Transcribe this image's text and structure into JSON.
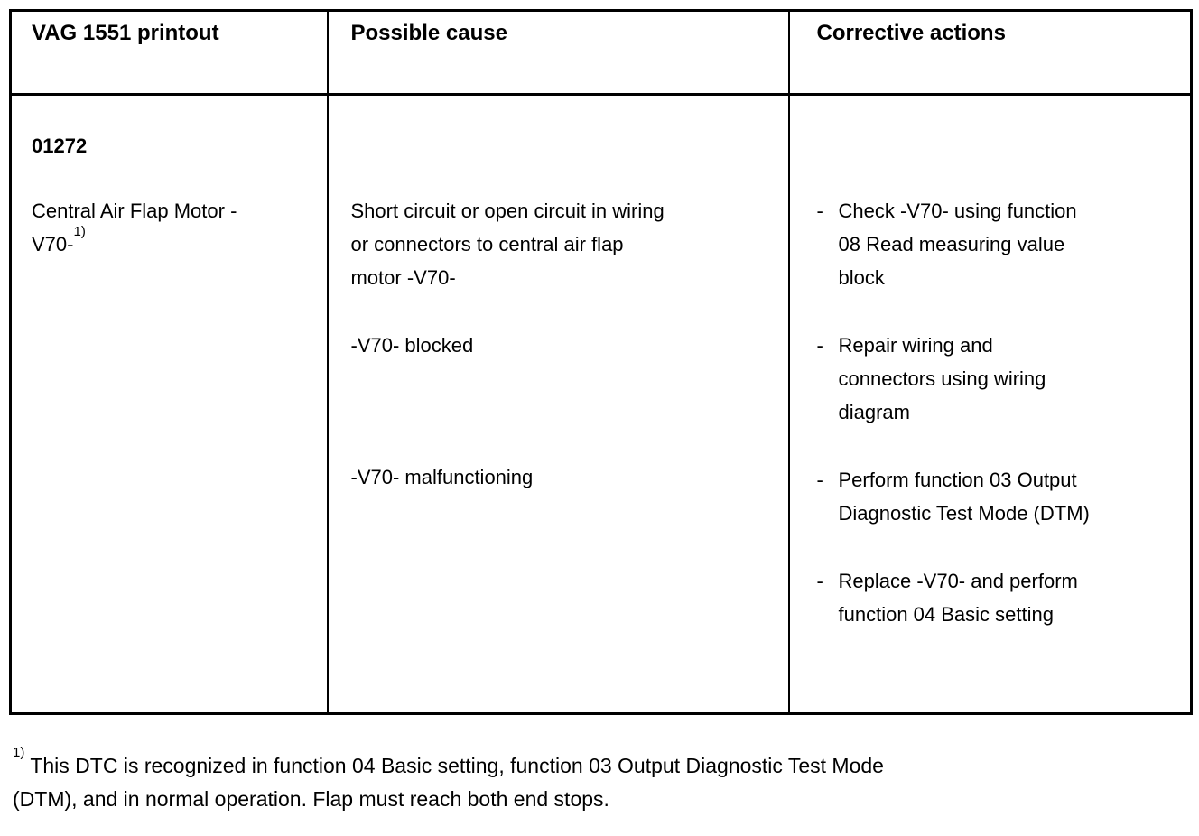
{
  "page": {
    "background": "#ffffff",
    "text_color": "#000000",
    "border_color": "#000000"
  },
  "table": {
    "headers": [
      {
        "label": "VAG 1551 printout"
      },
      {
        "label": "Possible cause"
      },
      {
        "label": "Corrective actions"
      }
    ],
    "row": {
      "dtc_code": "01272",
      "dtc_name_line1": "Central Air Flap Motor -",
      "dtc_name_line2": "V70-",
      "dtc_name_footnote_ref": "1)",
      "action_bullet": "-",
      "causes": [
        {
          "text": "Short circuit or open circuit in wiring or connectors to central air flap motor -V70-",
          "lines": [
            "Short circuit or open circuit in wiring",
            "or connectors to central air flap",
            "motor -V70-"
          ]
        },
        {
          "text": "-V70- blocked",
          "lines": [
            "-V70- blocked"
          ]
        },
        {
          "text": "-V70- malfunctioning",
          "lines": [
            "-V70- malfunctioning"
          ]
        }
      ],
      "actions": [
        {
          "text": "Check -V70- using function 08 Read measuring value block",
          "lines": [
            "Check -V70- using function",
            "08 Read measuring value",
            "block"
          ]
        },
        {
          "text": "Repair wiring and connectors using wiring diagram",
          "lines": [
            "Repair wiring and",
            "connectors using wiring",
            "diagram"
          ]
        },
        {
          "text": "Perform function 03 Output Diagnostic Test Mode (DTM)",
          "lines": [
            "Perform function 03 Output",
            "Diagnostic Test Mode (DTM)"
          ]
        },
        {
          "text": "Replace -V70- and perform function 04 Basic setting",
          "lines": [
            "Replace -V70- and perform",
            "function 04 Basic setting"
          ]
        }
      ]
    }
  },
  "footnote": {
    "ref": "1)",
    "text": "This DTC is recognized in function 04 Basic setting, function 03 Output Diagnostic Test Mode (DTM), and in normal operation. Flap must reach both end stops.",
    "lines": [
      "This DTC is recognized in function 04 Basic setting, function 03 Output Diagnostic Test Mode",
      "(DTM), and in normal operation. Flap must reach both end stops."
    ]
  }
}
